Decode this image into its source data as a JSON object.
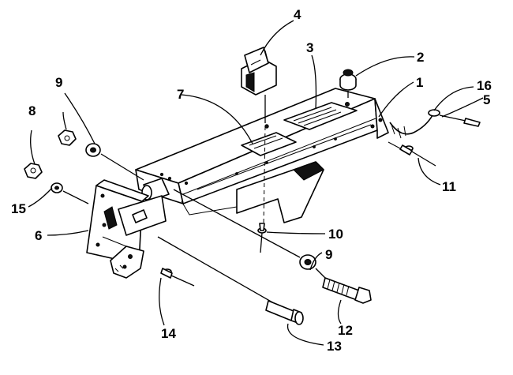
{
  "callouts": [
    {
      "id": "c1",
      "label": "1"
    },
    {
      "id": "c2",
      "label": "2"
    },
    {
      "id": "c3",
      "label": "3"
    },
    {
      "id": "c4",
      "label": "4"
    },
    {
      "id": "c5",
      "label": "5"
    },
    {
      "id": "c6",
      "label": "6"
    },
    {
      "id": "c7",
      "label": "7"
    },
    {
      "id": "c8",
      "label": "8"
    },
    {
      "id": "c9a",
      "label": "9"
    },
    {
      "id": "c9b",
      "label": "9"
    },
    {
      "id": "c10",
      "label": "10"
    },
    {
      "id": "c11",
      "label": "11"
    },
    {
      "id": "c12",
      "label": "12"
    },
    {
      "id": "c13",
      "label": "13"
    },
    {
      "id": "c14",
      "label": "14"
    },
    {
      "id": "c15",
      "label": "15"
    },
    {
      "id": "c16",
      "label": "16"
    }
  ]
}
